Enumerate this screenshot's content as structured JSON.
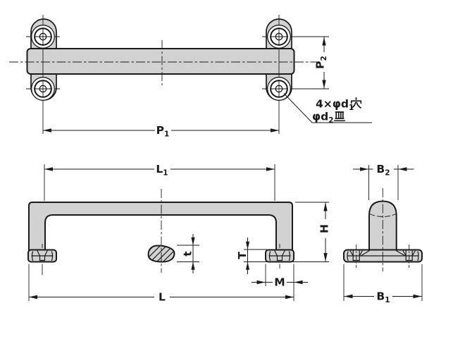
{
  "title": "pull-handle-dimension-drawing",
  "colors": {
    "background": "#ffffff",
    "part_fill": "#d2d2d2",
    "line": "#1a1a1a"
  },
  "views": {
    "top": "top-view",
    "front": "front-view",
    "side": "side-view"
  },
  "labels": {
    "p1": {
      "base": "P",
      "sub": "1"
    },
    "p2": {
      "base": "P",
      "sub": "2"
    },
    "l1": {
      "base": "L",
      "sub": "1"
    },
    "l": {
      "text": "L"
    },
    "h": {
      "text": "H"
    },
    "m": {
      "text": "M"
    },
    "t_upper": {
      "text": "T"
    },
    "t_lower": {
      "text": "t"
    },
    "b1": {
      "base": "B",
      "sub": "1"
    },
    "b2": {
      "base": "B",
      "sub": "2"
    }
  },
  "notes": {
    "hole_note_line1": {
      "latin": "4×φd",
      "sub": "1",
      "kanji": "穴"
    },
    "hole_note_line2": {
      "latin": "φd",
      "sub": "2",
      "kanji": "皿"
    }
  }
}
